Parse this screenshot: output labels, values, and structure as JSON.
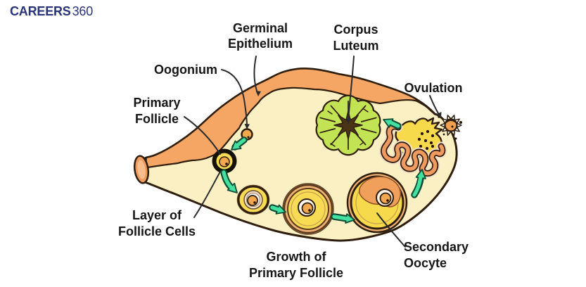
{
  "logo": {
    "brand": "CAREERS",
    "suffix": "360"
  },
  "labels": {
    "germinal_epithelium": {
      "line1": "Germinal",
      "line2": "Epithelium"
    },
    "corpus_luteum": {
      "line1": "Corpus",
      "line2": "Luteum"
    },
    "oogonium": {
      "text": "Oogonium"
    },
    "primary_follicle": {
      "line1": "Primary",
      "line2": "Follicle"
    },
    "ovulation": {
      "text": "Ovulation"
    },
    "layer_of_follicle_cells": {
      "line1": "Layer of",
      "line2": "Follicle Cells"
    },
    "growth_of_primary_follicle": {
      "line1": "Growth of",
      "line2": "Primary Follicle"
    },
    "secondary_oocyte": {
      "line1": "Secondary",
      "line2": "Oocyte"
    }
  },
  "colors": {
    "background": "#FFFFFF",
    "outline_dark": "#2F1E0D",
    "cortex_orange": "#F5A665",
    "stroma_cream": "#FAF0C4",
    "tube_cap_orange": "#EE9B60",
    "corpus_luteum_green": "#C2E354",
    "corpus_luteum_core_brown": "#4A3418",
    "follicle_yellow": "#F8DB55",
    "oocyte_orange": "#F2A84F",
    "cumulus_orange": "#F0A05A",
    "ovulation_yellow": "#F7D94C",
    "arrow_mint": "#43E0A0",
    "arrow_outline": "#0F4C35",
    "pointer_gray": "#2B2B2B",
    "label_black": "#161616",
    "logo_navy": "#293379"
  }
}
